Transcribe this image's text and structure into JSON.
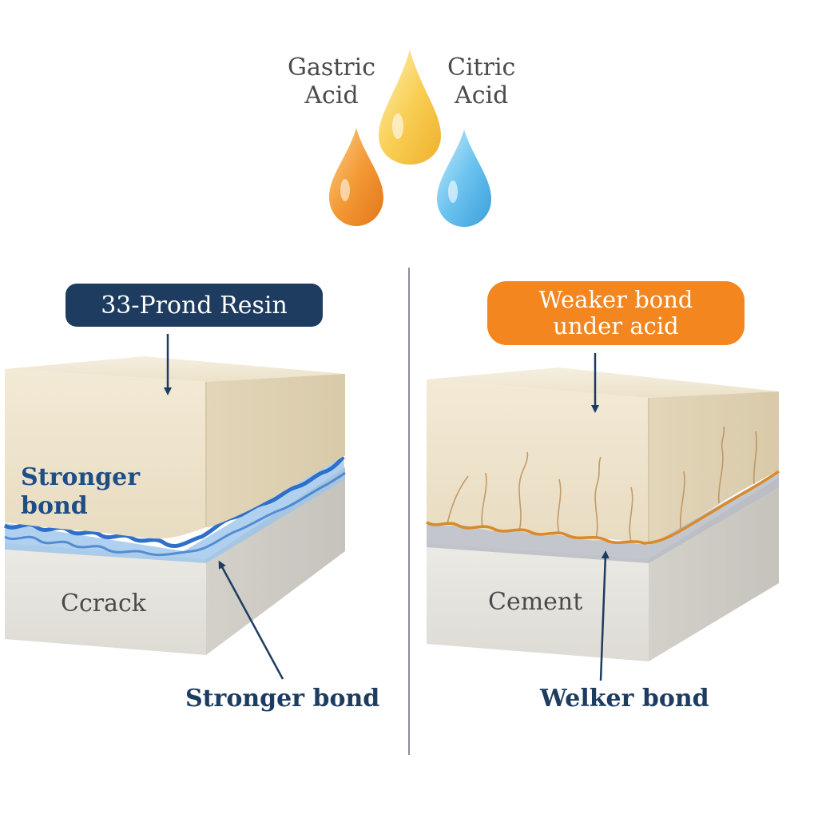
{
  "acids": {
    "gastric": [
      "Gastric",
      "Acid"
    ],
    "citric": [
      "Citric",
      "Acid"
    ]
  },
  "left_panel": {
    "top_label": "33-Prond Resin",
    "inside_label": [
      "Stronger",
      "bond"
    ],
    "base_label": "Ccrack",
    "bottom_label": "Stronger bond"
  },
  "right_panel": {
    "top_label": [
      "Weaker bond",
      "under acid"
    ],
    "base_label": "Cement",
    "bottom_label": "Welker bond"
  },
  "colors": {
    "navy": "#1d3c60",
    "orange_accent": "#f3861f",
    "resin": "#f0e7d3",
    "cement": "#e2e1dc",
    "strong_bond_line": "#2e6fc9",
    "weak_bond_line": "#d98a2b",
    "drop_orange": "#f2902a",
    "drop_yellow": "#f6c445",
    "drop_blue": "#4fb3ea"
  }
}
